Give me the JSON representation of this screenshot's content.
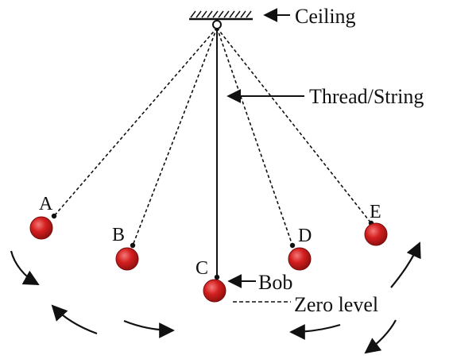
{
  "labels": {
    "ceiling": "Ceiling",
    "thread": "Thread/String",
    "bob": "Bob",
    "zero_level": "Zero level"
  },
  "positions": {
    "a": "A",
    "b": "B",
    "c": "C",
    "d": "D",
    "e": "E"
  },
  "colors": {
    "bob": "#d41f1f",
    "bob_highlight": "#f47a7a",
    "line": "#111111"
  }
}
